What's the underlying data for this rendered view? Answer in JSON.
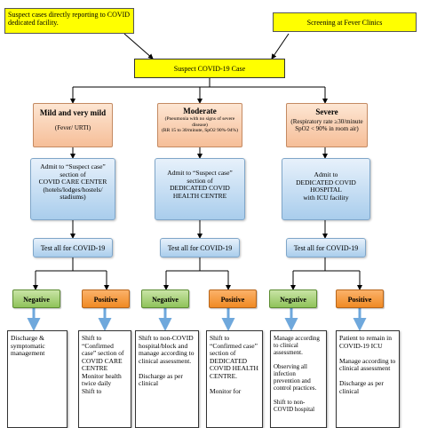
{
  "sources": {
    "direct": "Suspect cases directly reporting to COVID dedicated facility.",
    "fever_clinic": "Screening at Fever Clinics"
  },
  "suspect_case": "Suspect COVID-19 Case",
  "categories": [
    {
      "title": "Mild and very mild",
      "detail": "(Fever/ URTI)"
    },
    {
      "title": "Moderate",
      "detail": "(Pneumonia with no signs of severe disease)\n(RR 15 to 30/minute, SpO2 90%-94%)"
    },
    {
      "title": "Severe",
      "detail": "(Respiratory rate ≥30/minute\nSpO2 < 90% in room air)"
    }
  ],
  "facilities": [
    "Admit to “Suspect case” section of\nCOVID CARE CENTER\n(hotels/lodges/hostels/\nstadiums)",
    "Admit to “Suspect case” section of\nDEDICATED COVID HEALTH CENTRE",
    "Admit to\nDEDICATED COVID HOSPITAL\nwith ICU facility"
  ],
  "test": "Test all for COVID-19",
  "negative": "Negative",
  "positive": "Positive",
  "outcomes": {
    "mild_negative": "Discharge & symptomatic management",
    "mild_positive": "Shift to “Confirmed case” section of COVID CARE CENTRE\nMonitor health twice daily\nShift to",
    "moderate_negative": "Shift to non-COVID hospital/block and manage according to clinical assessment.\n\nDischarge as per clinical",
    "moderate_positive": "Shift to “Confirmed case” section of DEDICATED COVID HEALTH CENTRE.\n\nMonitor for",
    "severe_negative": "Manage according to clinical assessment.\n\nObserving all infection prevention and control practices.\n\nShift to non-COVID hospital",
    "severe_positive": "Patient to remain in COVID-19 ICU\n\nManage according to clinical assessment\n\nDischarge as per clinical"
  }
}
